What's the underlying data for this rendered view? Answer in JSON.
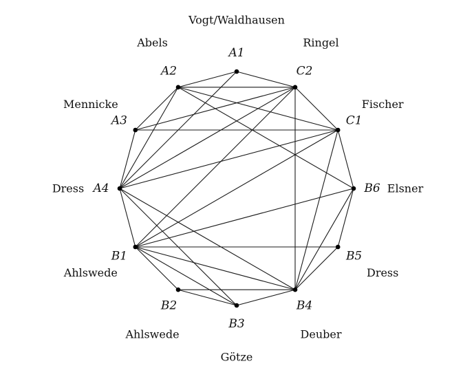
{
  "nodes": [
    {
      "id": "A1",
      "name": "Vogt/Waldhausen"
    },
    {
      "id": "C2",
      "name": "Ringel"
    },
    {
      "id": "C1",
      "name": "Fischer"
    },
    {
      "id": "B6",
      "name": "Elsner"
    },
    {
      "id": "B5",
      "name": "Dress"
    },
    {
      "id": "B4",
      "name": "Deuber"
    },
    {
      "id": "B3",
      "name": "Götze"
    },
    {
      "id": "B2",
      "name": "Ahlswede"
    },
    {
      "id": "B1",
      "name": "Ahlswede"
    },
    {
      "id": "A4",
      "name": "Dress"
    },
    {
      "id": "A3",
      "name": "Mennicke"
    },
    {
      "id": "A2",
      "name": "Abels"
    }
  ],
  "edges": [
    [
      "A1",
      "C2"
    ],
    [
      "C2",
      "C1"
    ],
    [
      "C1",
      "B6"
    ],
    [
      "B6",
      "B5"
    ],
    [
      "B5",
      "B4"
    ],
    [
      "B4",
      "B3"
    ],
    [
      "B3",
      "B2"
    ],
    [
      "B2",
      "B1"
    ],
    [
      "B1",
      "A4"
    ],
    [
      "A4",
      "A3"
    ],
    [
      "A3",
      "A2"
    ],
    [
      "A2",
      "A1"
    ],
    [
      "A2",
      "C2"
    ],
    [
      "A3",
      "C2"
    ],
    [
      "A3",
      "C1"
    ],
    [
      "A2",
      "C1"
    ],
    [
      "A2",
      "B6"
    ],
    [
      "A4",
      "A1"
    ],
    [
      "A4",
      "A2"
    ],
    [
      "A4",
      "C2"
    ],
    [
      "A4",
      "C1"
    ],
    [
      "A4",
      "B4"
    ],
    [
      "A4",
      "B3"
    ],
    [
      "B1",
      "C2"
    ],
    [
      "B1",
      "C1"
    ],
    [
      "B1",
      "B6"
    ],
    [
      "B1",
      "B5"
    ],
    [
      "B1",
      "B4"
    ],
    [
      "B1",
      "B3"
    ],
    [
      "B2",
      "B4"
    ],
    [
      "C2",
      "B4"
    ],
    [
      "C1",
      "B4"
    ],
    [
      "B6",
      "B4"
    ]
  ]
}
